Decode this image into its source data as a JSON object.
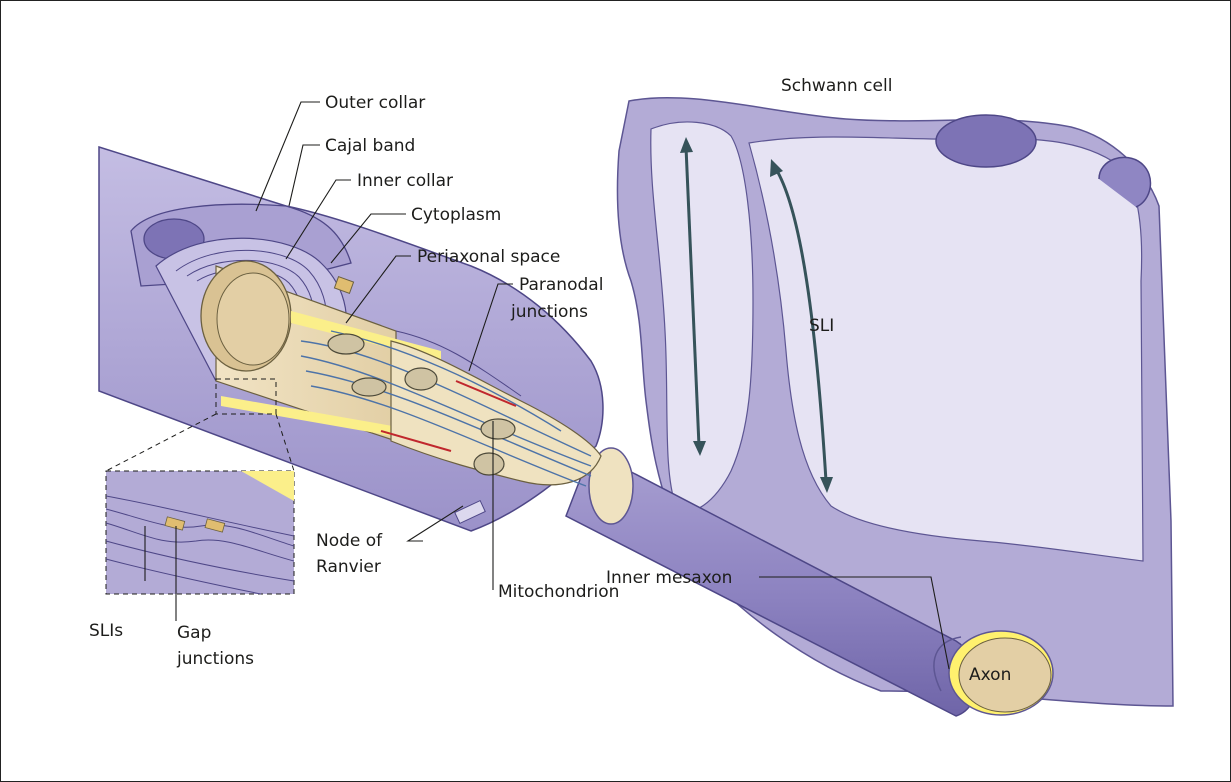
{
  "labels": {
    "outer_collar": "Outer collar",
    "cajal_band": "Cajal band",
    "inner_collar": "Inner collar",
    "cytoplasm": "Cytoplasm",
    "periaxonal_space": "Periaxonal space",
    "paranodal_line1": "Paranodal",
    "paranodal_line2": "junctions",
    "schwann_cell": "Schwann cell",
    "sli": "SLI",
    "node_line1": "Node of",
    "node_line2": "Ranvier",
    "mitochondrion": "Mitochondrion",
    "inner_mesaxon": "Inner mesaxon",
    "axon": "Axon",
    "slis": "SLIs",
    "gap_line1": "Gap",
    "gap_line2": "junctions"
  },
  "colors": {
    "membrane": "#b3abd6",
    "membrane_dark": "#8b81bd",
    "membrane_light": "#dcd8ee",
    "axoplasm": "#ead9b6",
    "periaxonal": "#fbef8a",
    "filament": "#4d73a8",
    "junction": "#c0272d",
    "arrow": "#36535a"
  }
}
